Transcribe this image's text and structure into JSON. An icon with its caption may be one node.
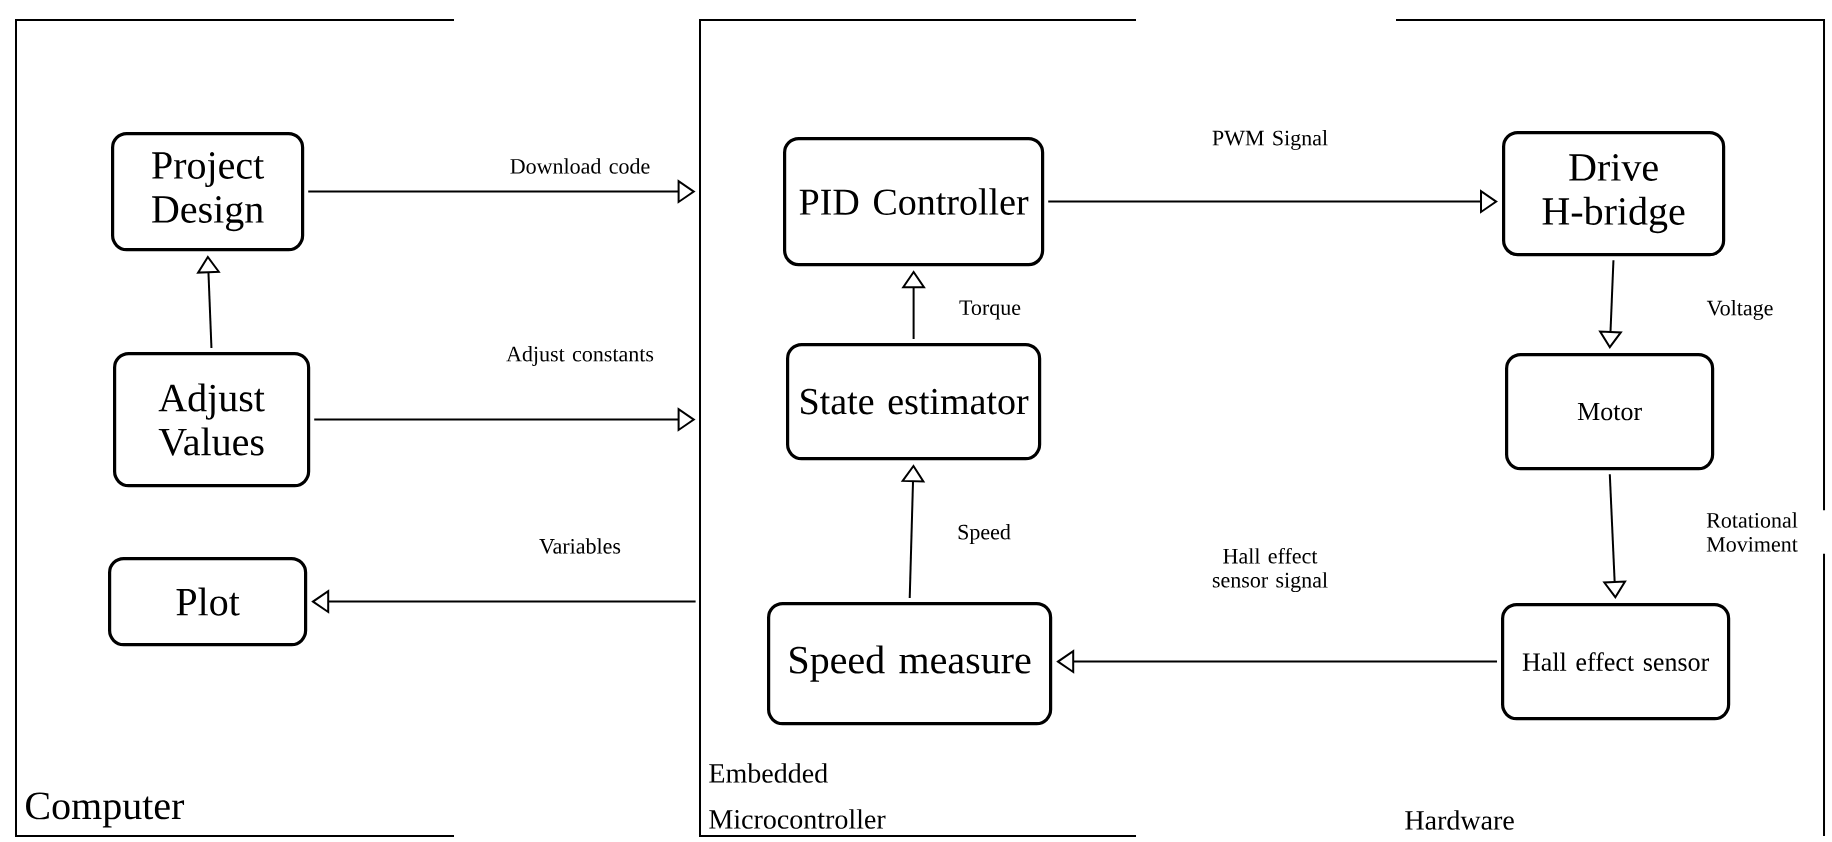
{
  "diagram": {
    "nodes": [
      {
        "text": [
          "Computer"
        ]
      },
      {
        "text": [
          "Project Design"
        ],
        "in": 0
      },
      {
        "text": [
          "Adjust Values"
        ],
        "in": 0
      },
      {
        "text": [
          "Plot"
        ],
        "in": 0
      },
      {
        "text": [
          "Embedded Microcontroller"
        ]
      },
      {
        "text": [
          "PID Controller"
        ],
        "in": 4
      },
      {
        "text": [
          "State estimator"
        ],
        "in": 4
      },
      {
        "text": [
          "Speed measure"
        ],
        "in": 4
      },
      {
        "text": [
          "Hardware"
        ]
      },
      {
        "text": [
          "Drive H-bridge"
        ],
        "in": 8
      },
      {
        "text": [
          "Motor"
        ],
        "in": 8
      },
      {
        "text": [
          "Hall effect sensor"
        ],
        "in": 8
      }
    ],
    "edges": [
      {
        "from": 2,
        "to": 1,
        "arrow": "to"
      },
      {
        "from": 1,
        "to": 4,
        "arrow": "to",
        "label": "Download code"
      },
      {
        "from": 2,
        "to": 4,
        "arrow": "to",
        "label": "Adjust constants"
      },
      {
        "from": 4,
        "to": 3,
        "arrow": "to",
        "label": "Variables"
      },
      {
        "from": 5,
        "to": 9,
        "arrow": "to",
        "label": "PWM Signal"
      },
      {
        "from": 6,
        "to": 5,
        "arrow": "to",
        "label": "Torque"
      },
      {
        "from": 7,
        "to": 6,
        "arrow": "to",
        "label": "Speed"
      },
      {
        "from": 9,
        "to": 10,
        "arrow": "to",
        "label": "Voltage"
      },
      {
        "from": 10,
        "to": 11,
        "arrow": "to",
        "label": "Rotational Moviment"
      },
      {
        "from": 11,
        "to": 7,
        "arrow": "to",
        "label": "Hall effect sensor signal"
      }
    ]
  }
}
